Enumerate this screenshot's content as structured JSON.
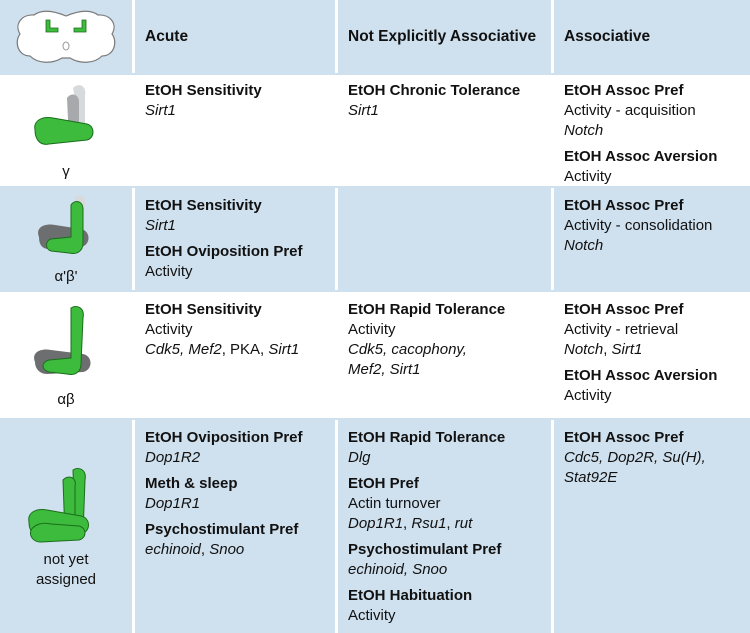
{
  "header": {
    "acute": "Acute",
    "not_explicit": "Not Explicitly Associative",
    "associative": "Associative"
  },
  "rows": [
    {
      "label": "γ",
      "acute": [
        {
          "title": "EtOH Sensitivity",
          "lines": [
            [
              {
                "t": "Sirt1",
                "i": true
              }
            ]
          ]
        }
      ],
      "not_explicit": [
        {
          "title": "EtOH Chronic Tolerance",
          "lines": [
            [
              {
                "t": "Sirt1",
                "i": true
              }
            ]
          ]
        }
      ],
      "associative": [
        {
          "title": "EtOH Assoc Pref",
          "lines": [
            [
              {
                "t": "Activity - acquisition",
                "i": false
              }
            ],
            [
              {
                "t": "Notch",
                "i": true
              }
            ]
          ]
        },
        {
          "title": "EtOH Assoc Aversion",
          "lines": [
            [
              {
                "t": "Activity",
                "i": false
              }
            ]
          ]
        }
      ]
    },
    {
      "label": "α'β'",
      "acute": [
        {
          "title": "EtOH Sensitivity",
          "lines": [
            [
              {
                "t": "Sirt1",
                "i": true
              }
            ]
          ]
        },
        {
          "title": "EtOH Oviposition Pref",
          "lines": [
            [
              {
                "t": "Activity",
                "i": false
              }
            ]
          ]
        }
      ],
      "not_explicit": [],
      "associative": [
        {
          "title": "EtOH Assoc Pref",
          "lines": [
            [
              {
                "t": "Activity - consolidation",
                "i": false
              }
            ],
            [
              {
                "t": "Notch",
                "i": true
              }
            ]
          ]
        }
      ]
    },
    {
      "label": "αβ",
      "acute": [
        {
          "title": "EtOH Sensitivity",
          "lines": [
            [
              {
                "t": "Activity",
                "i": false
              }
            ],
            [
              {
                "t": "Cdk5, Mef2",
                "i": true
              },
              {
                "t": ", PKA, ",
                "i": false
              },
              {
                "t": "Sirt1",
                "i": true
              }
            ]
          ]
        }
      ],
      "not_explicit": [
        {
          "title": "EtOH Rapid Tolerance",
          "lines": [
            [
              {
                "t": "Activity",
                "i": false
              }
            ],
            [
              {
                "t": "Cdk5, cacophony,",
                "i": true
              }
            ],
            [
              {
                "t": "Mef2, Sirt1",
                "i": true
              }
            ]
          ]
        }
      ],
      "associative": [
        {
          "title": "EtOH Assoc Pref",
          "lines": [
            [
              {
                "t": "Activity - retrieval",
                "i": false
              }
            ],
            [
              {
                "t": "Notch",
                "i": true
              },
              {
                "t": ", ",
                "i": false
              },
              {
                "t": "Sirt1",
                "i": true
              }
            ]
          ]
        },
        {
          "title": "EtOH Assoc Aversion",
          "lines": [
            [
              {
                "t": "Activity",
                "i": false
              }
            ]
          ]
        }
      ]
    },
    {
      "label_lines": [
        "not yet",
        "assigned"
      ],
      "acute": [
        {
          "title": "EtOH Oviposition Pref",
          "lines": [
            [
              {
                "t": "Dop1R2",
                "i": true
              }
            ]
          ]
        },
        {
          "title": "Meth & sleep",
          "lines": [
            [
              {
                "t": "Dop1R1",
                "i": true
              }
            ]
          ]
        },
        {
          "title": "Psychostimulant Pref",
          "lines": [
            [
              {
                "t": "echinoid",
                "i": true
              },
              {
                "t": ", ",
                "i": false
              },
              {
                "t": "Snoo",
                "i": true
              }
            ]
          ]
        }
      ],
      "not_explicit": [
        {
          "title": "EtOH Rapid Tolerance",
          "lines": [
            [
              {
                "t": "Dlg",
                "i": true
              }
            ]
          ]
        },
        {
          "title": "EtOH Pref",
          "lines": [
            [
              {
                "t": "Actin turnover",
                "i": false
              }
            ],
            [
              {
                "t": "Dop1R1",
                "i": true
              },
              {
                "t": ", ",
                "i": false
              },
              {
                "t": "Rsu1",
                "i": true
              },
              {
                "t": ", ",
                "i": false
              },
              {
                "t": "rut",
                "i": true
              }
            ]
          ]
        },
        {
          "title": "Psychostimulant Pref",
          "lines": [
            [
              {
                "t": "echinoid, Snoo",
                "i": true
              }
            ]
          ]
        },
        {
          "title": "EtOH Habituation",
          "lines": [
            [
              {
                "t": "Activity",
                "i": false
              }
            ]
          ]
        }
      ],
      "associative": [
        {
          "title": "EtOH Assoc Pref",
          "lines": [
            [
              {
                "t": "Cdc5, Dop2R, Su(H),",
                "i": true
              }
            ],
            [
              {
                "t": "Stat92E",
                "i": true
              }
            ]
          ]
        }
      ]
    }
  ],
  "colors": {
    "blue": "#cfe0ee",
    "green": "#3dbb3d",
    "dark_gray": "#6d6e70",
    "light_gray": "#c8c9cb"
  }
}
